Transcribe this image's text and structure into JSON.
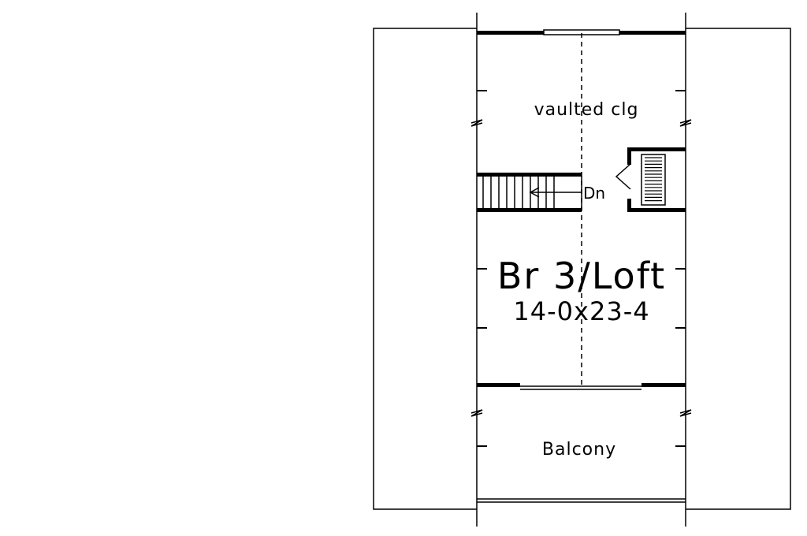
{
  "plan": {
    "labels": {
      "vaulted": "vaulted clg",
      "dn": "Dn",
      "room_name": "Br 3/Loft",
      "room_dims": "14-0x23-4",
      "balcony": "Balcony"
    },
    "colors": {
      "line": "#000000",
      "background": "#ffffff"
    }
  }
}
